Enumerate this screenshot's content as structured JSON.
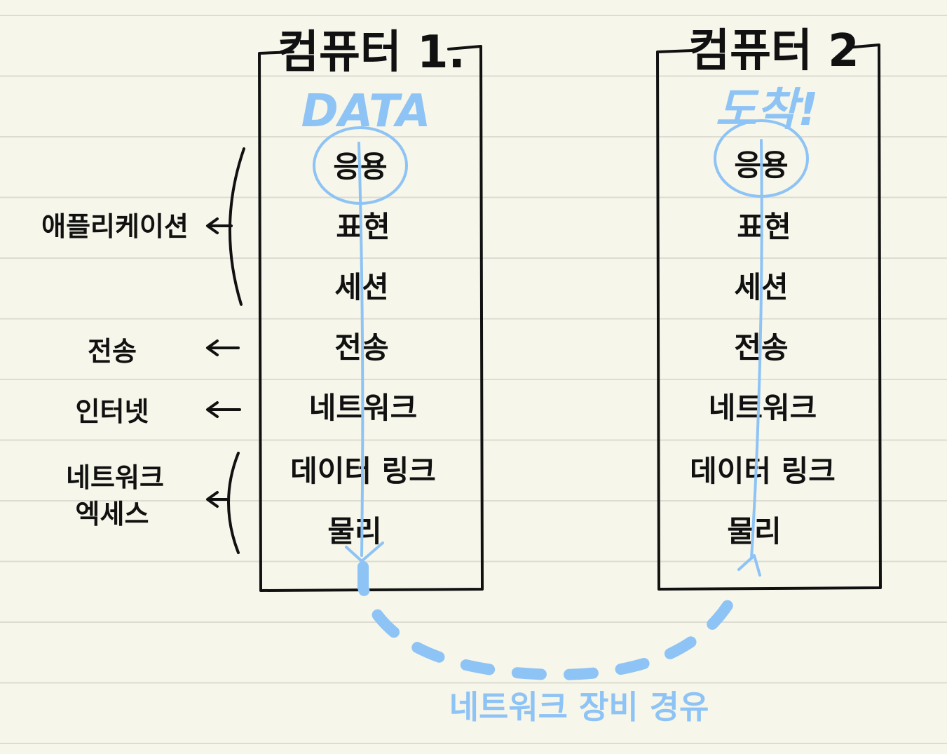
{
  "colors": {
    "paper": "#f7f6ea",
    "ink": "#111111",
    "accent": "#8ec3f5"
  },
  "computer1": {
    "title": "컴퓨터 1.",
    "start_label": "DATA",
    "layers": [
      "응용",
      "표현",
      "세션",
      "전송",
      "네트워크",
      "데이터 링크",
      "물리"
    ]
  },
  "computer2": {
    "title": "컴퓨터 2",
    "end_label": "도착!",
    "layers": [
      "응용",
      "표현",
      "세션",
      "전송",
      "네트워크",
      "데이터 링크",
      "물리"
    ]
  },
  "groups": {
    "application": "애플리케이션",
    "transport": "전송",
    "internet": "인터넷",
    "network_access_line1": "네트워크",
    "network_access_line2": "엑세스"
  },
  "route_label": "네트워크 장비 경유"
}
